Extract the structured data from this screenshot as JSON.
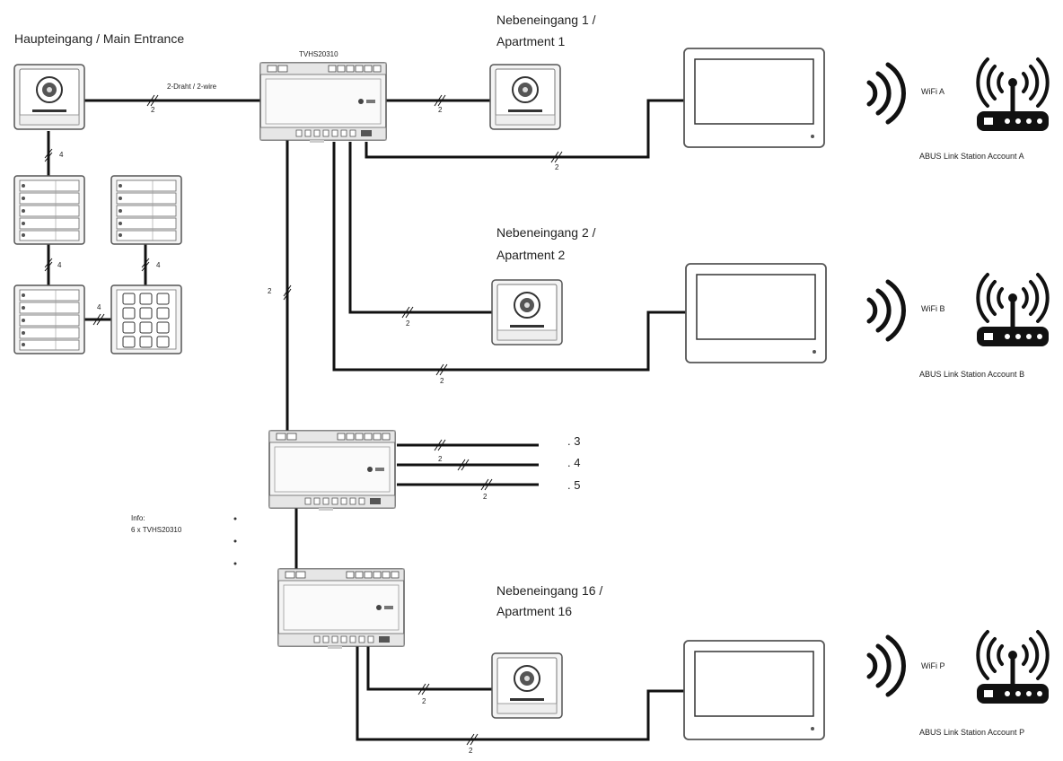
{
  "labels": {
    "main_entrance": "Haupteingang / Main Entrance",
    "controller_model": "TVHS20310",
    "two_wire": "2-Draht / 2-wire",
    "side1_line1": "Nebeneingang 1 /",
    "side1_line2": "Apartment 1",
    "side2_line1": "Nebeneingang 2 /",
    "side2_line2": "Apartment 2",
    "side16_line1": "Nebeneingang 16 /",
    "side16_line2": "Apartment 16",
    "wifi_a": "WiFi A",
    "wifi_b": "WiFi B",
    "wifi_p": "WiFi P",
    "account_a": "ABUS Link Station Account A",
    "account_b": "ABUS Link Station Account B",
    "account_p": "ABUS Link Station Account P",
    "info_title": "Info:",
    "info_text": "6 x TVHS20310",
    "branch_3": ". 3",
    "branch_4": ". 4",
    "branch_5": ". 5",
    "wire_2": "2",
    "wire_4": "4"
  },
  "icons": {
    "door_station": "door-station-icon",
    "button_module": "button-module-icon",
    "keypad": "keypad-icon",
    "controller": "controller-icon",
    "monitor": "monitor-icon",
    "wifi": "wifi-signal-icon",
    "router": "router-icon"
  },
  "colors": {
    "line": "#111111",
    "device_stroke": "#555555",
    "device_fill": "#f4f4f4"
  }
}
